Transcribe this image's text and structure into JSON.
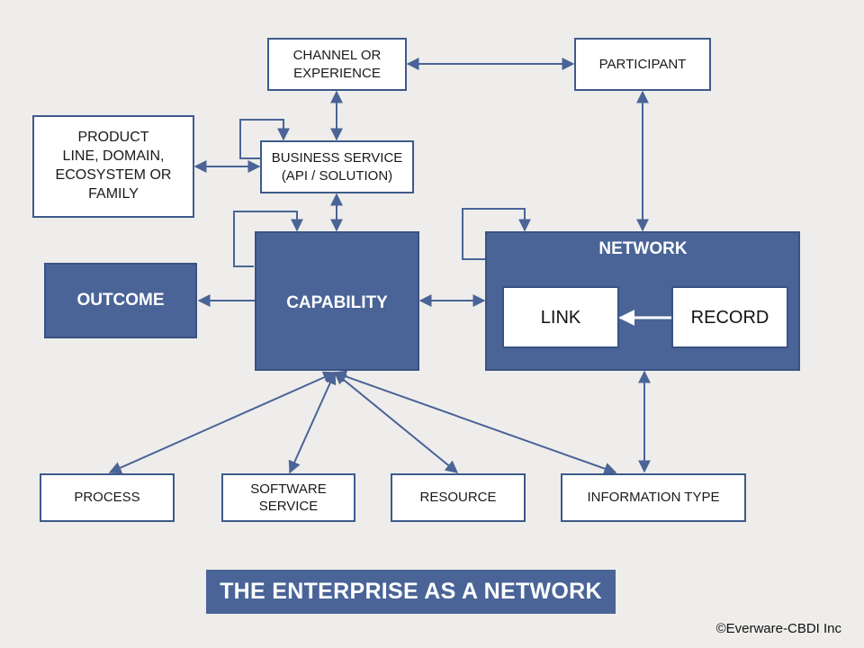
{
  "nodes": {
    "channel": "CHANNEL OR\nEXPERIENCE",
    "participant": "PARTICIPANT",
    "product": "PRODUCT\nLINE, DOMAIN,\nECOSYSTEM OR\nFAMILY",
    "business_service": "BUSINESS SERVICE\n(API / SOLUTION)",
    "outcome": "OUTCOME",
    "capability": "CAPABILITY",
    "network": "NETWORK",
    "link": "LINK",
    "record": "RECORD",
    "process": "PROCESS",
    "software_service": "SOFTWARE\nSERVICE",
    "resource": "RESOURCE",
    "information_type": "INFORMATION TYPE"
  },
  "banner": "THE ENTERPRISE AS A NETWORK",
  "copyright": "©Everware-CBDI Inc",
  "colors": {
    "background": "#eeedeb",
    "dark_box": "#4a6497",
    "border": "#3e5a8a",
    "connector": "#4a6497"
  }
}
